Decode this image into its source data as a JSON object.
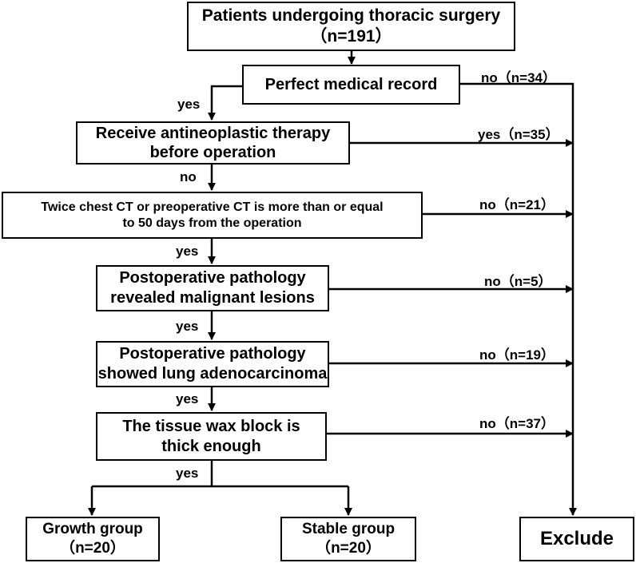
{
  "boxes": {
    "start": {
      "line1": "Patients undergoing thoracic surgery",
      "line2": "（n=191）"
    },
    "record": {
      "line1": "Perfect medical record"
    },
    "therapy": {
      "line1": "Receive antineoplastic therapy",
      "line2": "before operation"
    },
    "ct": {
      "line1": "Twice chest CT or preoperative CT is more than or equal",
      "line2": "to 50 days from the operation"
    },
    "malignant": {
      "line1": "Postoperative pathology",
      "line2": "revealed malignant lesions"
    },
    "adeno": {
      "line1": "Postoperative pathology",
      "line2": "showed lung adenocarcinoma"
    },
    "wax": {
      "line1": "The tissue wax block is",
      "line2": "thick enough"
    },
    "growth": {
      "line1": "Growth group",
      "line2": "（n=20）"
    },
    "stable": {
      "line1": "Stable group",
      "line2": "（n=20）"
    },
    "exclude": {
      "line1": "Exclude"
    }
  },
  "branch_labels": {
    "record_pass": "yes",
    "therapy_pass": "no",
    "ct_pass": "yes",
    "malignant_pass": "yes",
    "adeno_pass": "yes",
    "wax_pass": "yes"
  },
  "exclusion_labels": {
    "record": "no（n=34）",
    "therapy": "yes（n=35）",
    "ct": "no（n=21）",
    "malignant": "no（n=5）",
    "adeno": "no（n=19）",
    "wax": "no（n=37）"
  }
}
